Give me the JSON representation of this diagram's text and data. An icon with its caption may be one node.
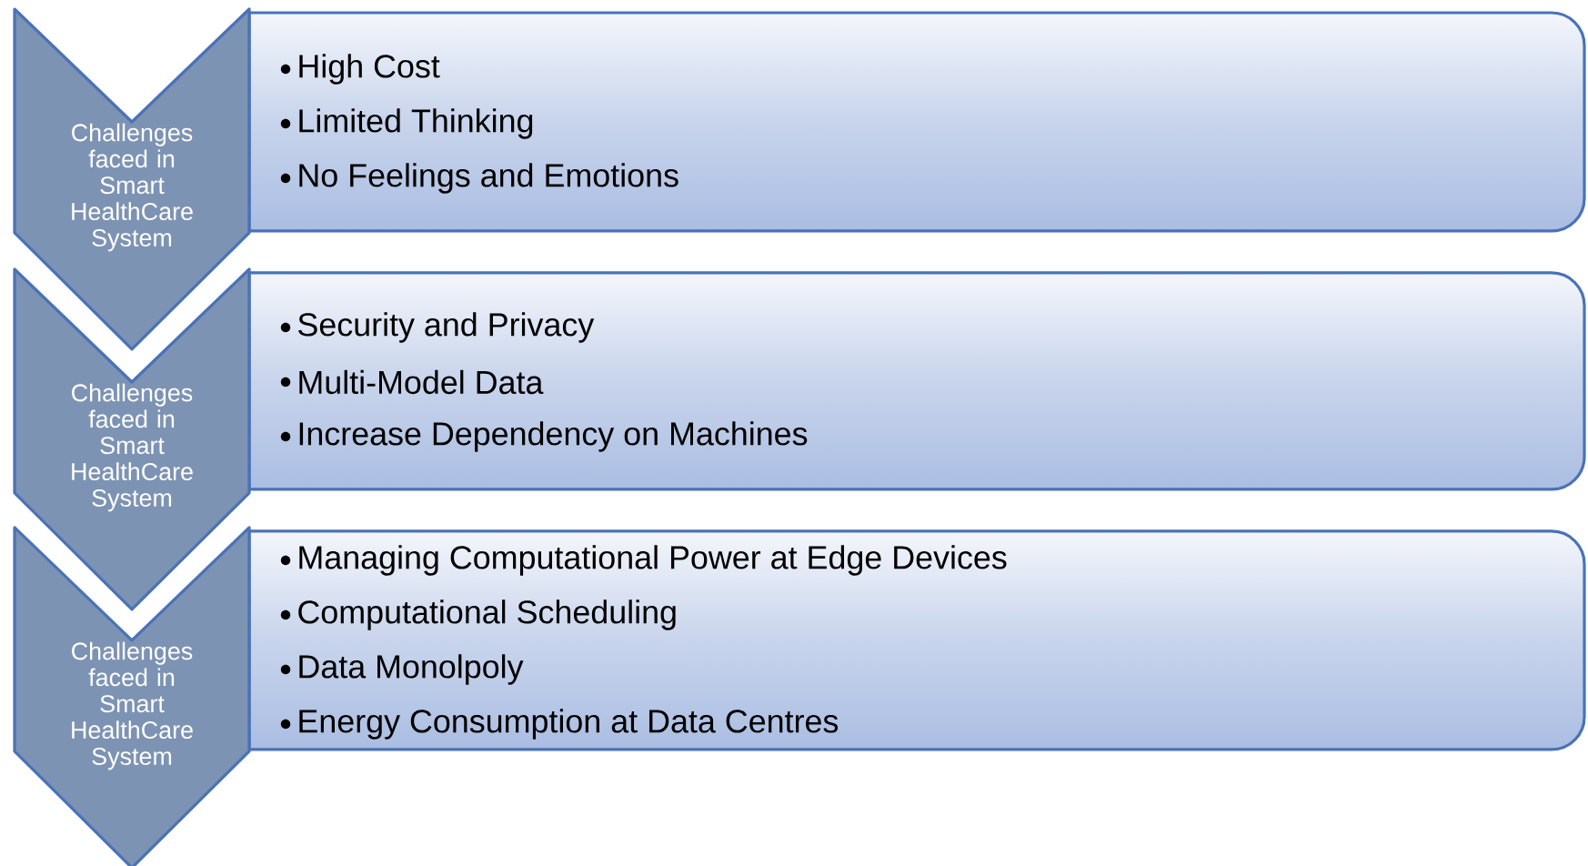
{
  "diagram": {
    "nodes": [
      {
        "text": [
          "Challenges faced in Smart HealthCare System"
        ]
      },
      {
        "text": [
          "Challenges faced in Smart HealthCare System"
        ]
      },
      {
        "text": [
          "Challenges faced in Smart HealthCare System"
        ]
      },
      {
        "text": [
          "High Cost",
          "Limited Thinking",
          "No Feelings and Emotions"
        ]
      },
      {
        "text": [
          "Security and Privacy",
          "Multi-Model Data",
          "Increase Dependency on Machines"
        ]
      },
      {
        "text": [
          "Managing Computational Power at Edge Devices",
          "Computational Scheduling",
          "Data Monolpoly",
          "Energy Consumption at Data Centres"
        ]
      }
    ],
    "edges": []
  }
}
